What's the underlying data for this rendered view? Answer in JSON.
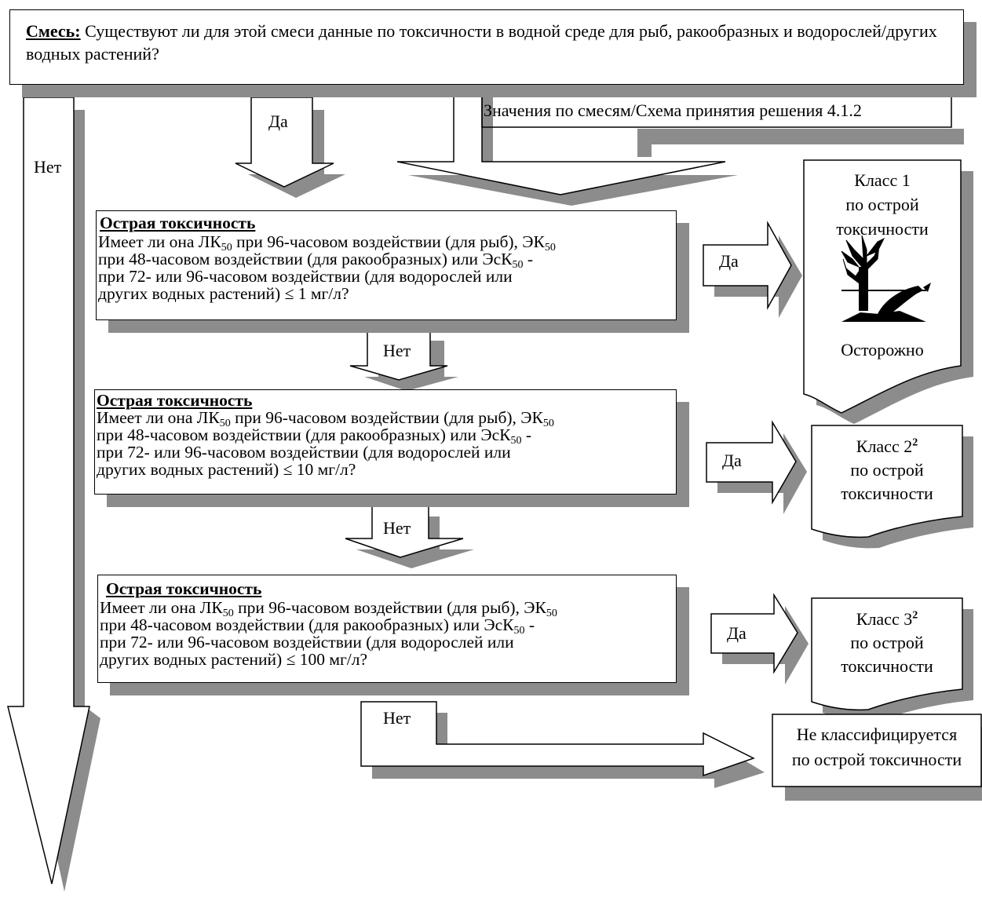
{
  "mixture_box": {
    "heading": "Смесь:",
    "text": "Существуют ли для этой смеси данные по токсичности в водной среде для рыб, ракообразных и водорослей/других водных растений?"
  },
  "bridging_label": "Значения по смесям/Схема принятия решения 4.1.2",
  "left_arrow_label": "Нет",
  "yes_label": "Да",
  "no_label": "Нет",
  "criteria": [
    {
      "heading": "Острая токсичность",
      "l1_a": "Имеет ли она ЛК",
      "l1_b": " при 96-часовом воздействии (для рыб), ЭК",
      "l2_a": "при 48-часовом воздействии (для ракообразных) или ЭсК",
      "l2_b": " -",
      "l3": "при 72- или 96-часовом воздействии (для водорослей или",
      "l4": "других водных растений) ≤ 1 мг/л?"
    },
    {
      "heading": "Острая токсичность",
      "l1_a": "Имеет ли она ЛК",
      "l1_b": " при 96-часовом воздействии (для рыб), ЭК",
      "l2_a": "при 48-часовом воздействии (для ракообразных) или ЭсК",
      "l2_b": " -",
      "l3": "при 72- или 96-часовом воздействии (для водорослей или",
      "l4": "других водных растений) ≤ 10 мг/л?"
    },
    {
      "heading": "Острая токсичность",
      "l1_a": "Имеет ли она ЛК",
      "l1_b": " при 96-часовом воздействии (для рыб), ЭК",
      "l2_a": "при 48-часовом воздействии (для ракообразных) или ЭсК",
      "l2_b": " -",
      "l3": "при 72- или 96-часовом воздействии (для водорослей или",
      "l4": "других водных растений) ≤ 100 мг/л?"
    }
  ],
  "subscript": "50",
  "results": {
    "class1": {
      "line1": "Класс 1",
      "line2": "по острой",
      "line3": "токсичности",
      "signal": "Осторожно",
      "pictogram": "environment-pictogram"
    },
    "class2": {
      "line1": "Класс 2",
      "sup": "2",
      "line2": "по острой",
      "line3": "токсичности"
    },
    "class3": {
      "line1": "Класс 3",
      "sup": "2",
      "line2": "по острой",
      "line3": "токсичности"
    },
    "not_classified": {
      "line1": "Не классифицируется",
      "line2": "по острой токсичности"
    }
  }
}
